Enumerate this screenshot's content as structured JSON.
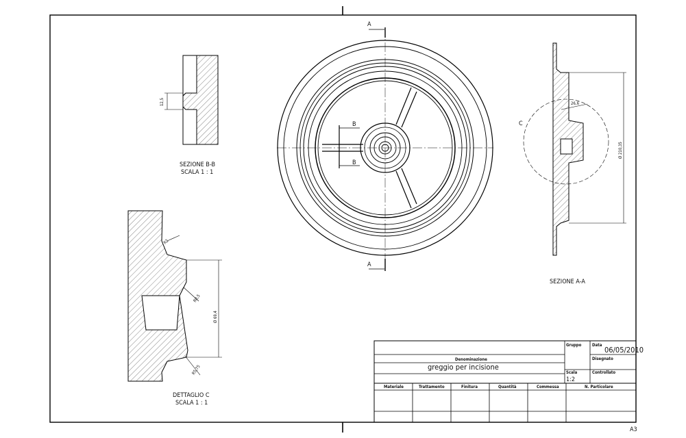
{
  "sheet": {
    "size": "A3"
  },
  "views": {
    "section_bb": {
      "title": "SEZIONE B-B",
      "scale": "SCALA 1 : 1",
      "dim": "12,5"
    },
    "detail_c": {
      "title": "DETTAGLIO C",
      "scale": "SCALA 1 : 1",
      "dims": [
        "R2",
        "R0,5",
        "Ø 69,4",
        "R5,75"
      ]
    },
    "front": {
      "cut_a": "A",
      "cut_b": "B"
    },
    "section_aa": {
      "title": "SEZIONE A-A",
      "detail_ref": "C",
      "dims": [
        "26,6",
        "Ø 210,35"
      ]
    }
  },
  "title_block": {
    "gruppo_label": "Gruppo",
    "data_label": "Data",
    "data_value": "06/05/2010",
    "disegnato_label": "Disegnato",
    "denominazione_label": "Denominazione",
    "denominazione_value": "greggio per incisione",
    "scala_label": "Scala",
    "scala_value": "1:2",
    "controllato_label": "Controllato",
    "columns": [
      "Materiale",
      "Trattamento",
      "Finitura",
      "Quantità",
      "Commessa",
      "N. Particolare"
    ]
  }
}
